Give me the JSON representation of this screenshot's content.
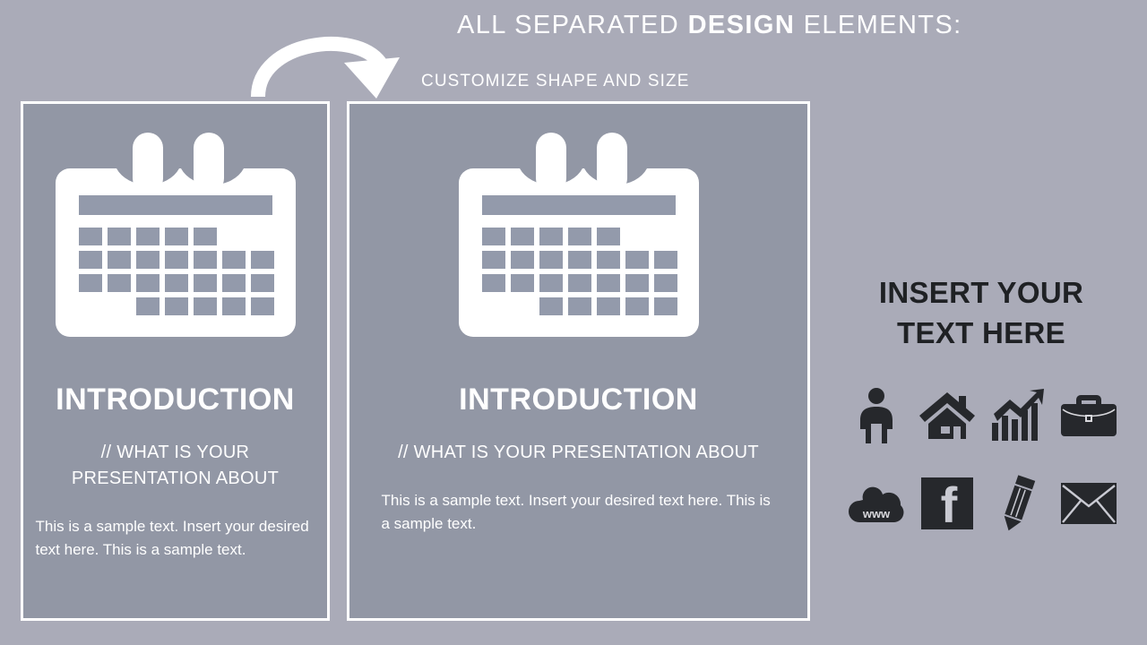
{
  "header": {
    "title_prefix": "ALL SEPARATED ",
    "title_bold": "DESIGN",
    "title_suffix": " ELEMENTS:",
    "subtitle": "CUSTOMIZE SHAPE AND SIZE",
    "arrow_icon": "curved-arrow-icon"
  },
  "colors": {
    "page_background": "#aaabb8",
    "panel_background": "#9297a5",
    "panel_border": "#ffffff",
    "calendar_card": "#ffffff",
    "calendar_cell": "#939aab",
    "heading_text": "#1f2124",
    "panel_text": "#ffffff"
  },
  "panels": [
    {
      "title": "INTRODUCTION",
      "subtitle": "// WHAT IS YOUR PRESENTATION ABOUT",
      "body": "This is a sample text. Insert your desired text here. This is a sample text.",
      "icon": "calendar-icon"
    },
    {
      "title": "INTRODUCTION",
      "subtitle": "// WHAT IS YOUR PRESENTATION ABOUT",
      "body": "This is a sample text. Insert your desired text here. This is a sample text.",
      "icon": "calendar-icon"
    }
  ],
  "calendar": {
    "rings": 2,
    "header_bar": true,
    "grid_rows": [
      [
        1,
        1,
        1,
        1,
        1,
        0,
        0
      ],
      [
        1,
        1,
        1,
        1,
        1,
        1,
        1
      ],
      [
        1,
        1,
        1,
        1,
        1,
        1,
        1
      ],
      [
        0,
        0,
        1,
        1,
        1,
        1,
        1
      ]
    ]
  },
  "right_column": {
    "heading": "INSERT YOUR TEXT HERE",
    "icons": [
      {
        "name": "person-icon",
        "label": "Person"
      },
      {
        "name": "house-icon",
        "label": "House"
      },
      {
        "name": "growth-chart-icon",
        "label": "Growth chart"
      },
      {
        "name": "briefcase-icon",
        "label": "Briefcase"
      },
      {
        "name": "www-cloud-icon",
        "label": "WWW cloud",
        "text": "www"
      },
      {
        "name": "facebook-icon",
        "label": "Facebook",
        "text": "f"
      },
      {
        "name": "pencil-icon",
        "label": "Pencil"
      },
      {
        "name": "envelope-icon",
        "label": "Envelope"
      }
    ]
  }
}
